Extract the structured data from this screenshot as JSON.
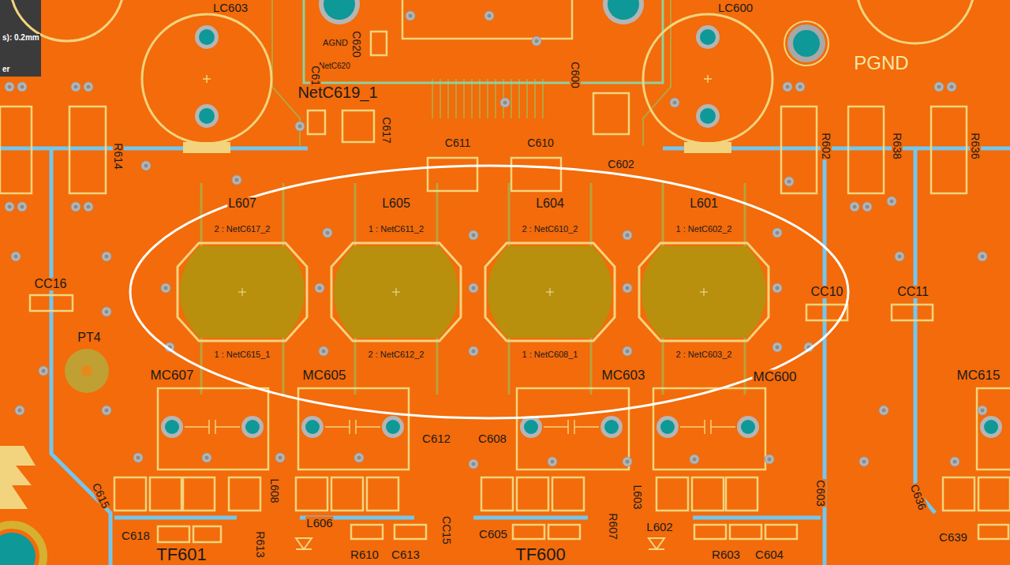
{
  "diagram": {
    "nodes": [
      {
        "text": [
          "L607",
          "2 : NetC617_2",
          "1 : NetC615_1"
        ]
      },
      {
        "text": [
          "L605",
          "1 : NetC611_2",
          "2 : NetC612_2"
        ]
      },
      {
        "text": [
          "L604",
          "2 : NetC610_2",
          "1 : NetC608_1"
        ]
      },
      {
        "text": [
          "L601",
          "1 : NetC602_2",
          "2 : NetC603_2"
        ]
      }
    ],
    "labels": [
      "s): 0.2mm",
      "er",
      "LC603",
      "LC600",
      "AGND",
      "C620",
      "PGND",
      "NetC620",
      "C600",
      "C619",
      "NetC619_1",
      "C617",
      "C611",
      "C610",
      "R614",
      "R602",
      "R638",
      "R636",
      "C602",
      "CC16",
      "CC10",
      "CC11",
      "PT4",
      "MC607",
      "MC605",
      "MC603",
      "MC600",
      "MC615",
      "C612",
      "C608",
      "C615",
      "L608",
      "C603",
      "L603",
      "C636",
      "CC15",
      "L606",
      "R607",
      "L602",
      "C605",
      "C618",
      "C639",
      "R613",
      "R610",
      "C613",
      "R603",
      "C604",
      "TF601",
      "TF600"
    ]
  }
}
